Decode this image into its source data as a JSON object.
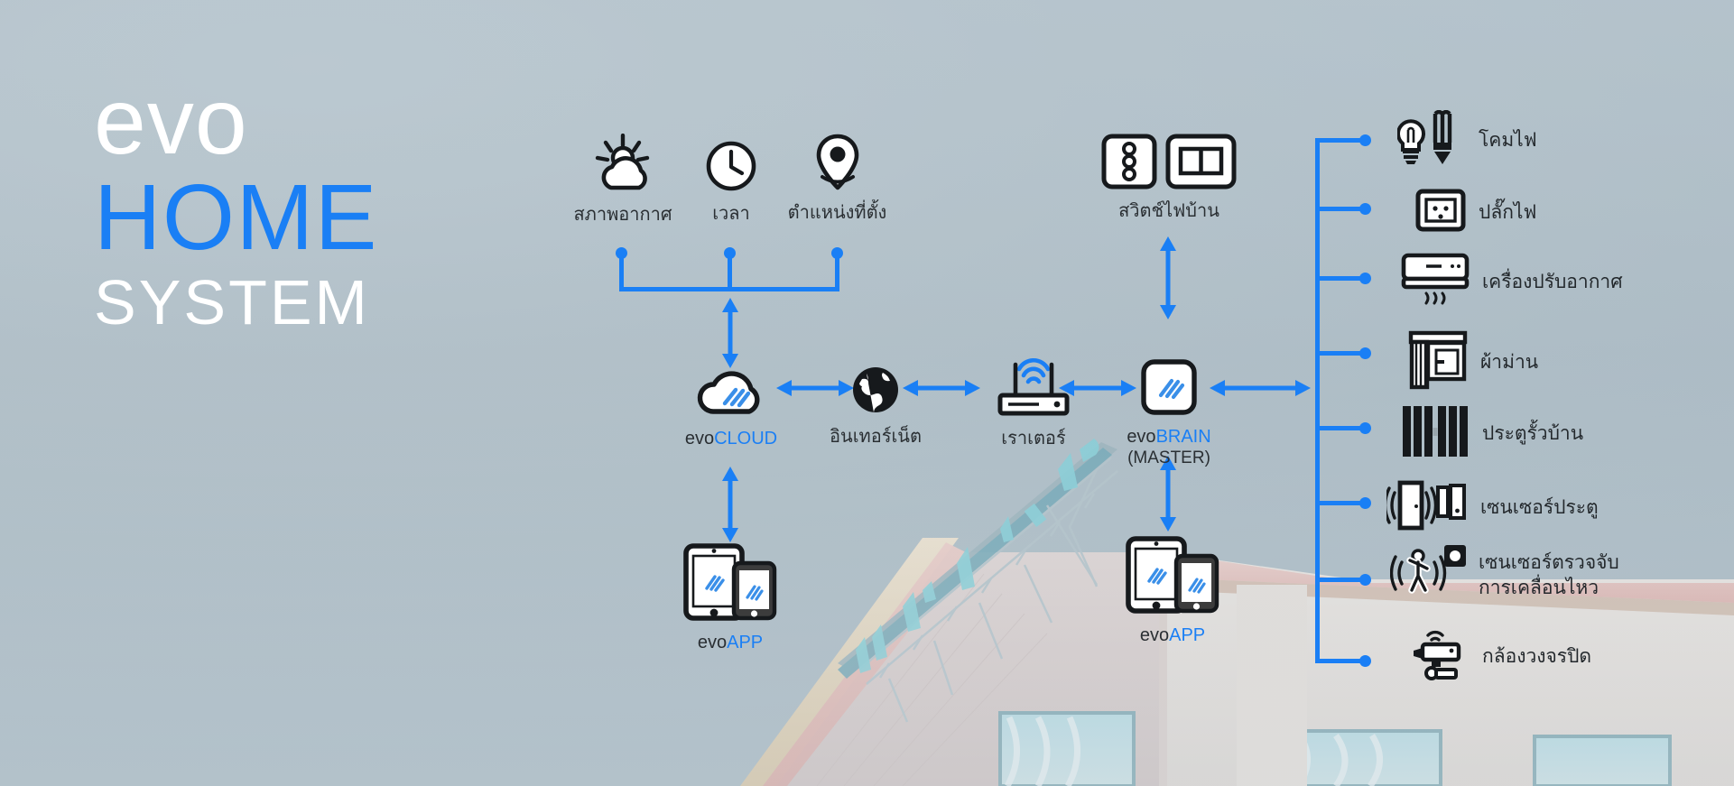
{
  "brand": {
    "line1": "evo",
    "line2": "HOME",
    "line3": "SYSTEM",
    "accent_color": "#1a7ff5",
    "text_color": "#ffffff"
  },
  "sensors": [
    {
      "id": "weather",
      "label": "สภาพอากาศ",
      "icon": "sun-cloud-icon"
    },
    {
      "id": "time",
      "label": "เวลา",
      "icon": "clock-icon"
    },
    {
      "id": "location",
      "label": "ตำแหน่งที่ตั้ง",
      "icon": "map-pin-icon"
    }
  ],
  "chain": {
    "cloud": {
      "label_dark": "evo",
      "label_accent": "CLOUD",
      "icon": "cloud-icon"
    },
    "internet": {
      "label": "อินเทอร์เน็ต",
      "icon": "globe-icon"
    },
    "router": {
      "label": "เราเตอร์",
      "icon": "router-icon"
    },
    "brain": {
      "label_dark": "evo",
      "label_accent": "BRAIN",
      "sub": "(MASTER)",
      "icon": "evo-brain-icon"
    }
  },
  "apps": {
    "left": {
      "label_dark": "evo",
      "label_accent": "APP",
      "icon": "tablet-phone-icon"
    },
    "right": {
      "label_dark": "evo",
      "label_accent": "APP",
      "icon": "tablet-phone-icon"
    }
  },
  "wall_switch": {
    "label": "สวิตช์ไฟบ้าน",
    "icon": "wall-switch-icon"
  },
  "devices": [
    {
      "id": "lamp",
      "label": "โคมไฟ",
      "icon": "bulb-and-cfl-icon"
    },
    {
      "id": "outlet",
      "label": "ปลั๊กไฟ",
      "icon": "power-outlet-icon"
    },
    {
      "id": "air-conditioner",
      "label": "เครื่องปรับอากาศ",
      "icon": "air-conditioner-icon"
    },
    {
      "id": "curtain",
      "label": "ผ้าม่าน",
      "icon": "curtain-icon"
    },
    {
      "id": "gate",
      "label": "ประตูรั้วบ้าน",
      "icon": "sliding-gate-icon"
    },
    {
      "id": "door-sensor",
      "label": "เซนเซอร์ประตู",
      "icon": "door-sensor-icon"
    },
    {
      "id": "motion-sensor",
      "label_line1": "เซนเซอร์ตรวจจับ",
      "label_line2": "การเคลื่อนไหว",
      "icon": "motion-sensor-icon"
    },
    {
      "id": "cctv",
      "label": "กล้องวงจรปิด",
      "icon": "cctv-camera-icon"
    }
  ],
  "colors": {
    "accent": "#1a7ff5",
    "ink": "#1d2226",
    "sky_top": "#bdcad1",
    "sky_bottom": "#aab9c3"
  }
}
